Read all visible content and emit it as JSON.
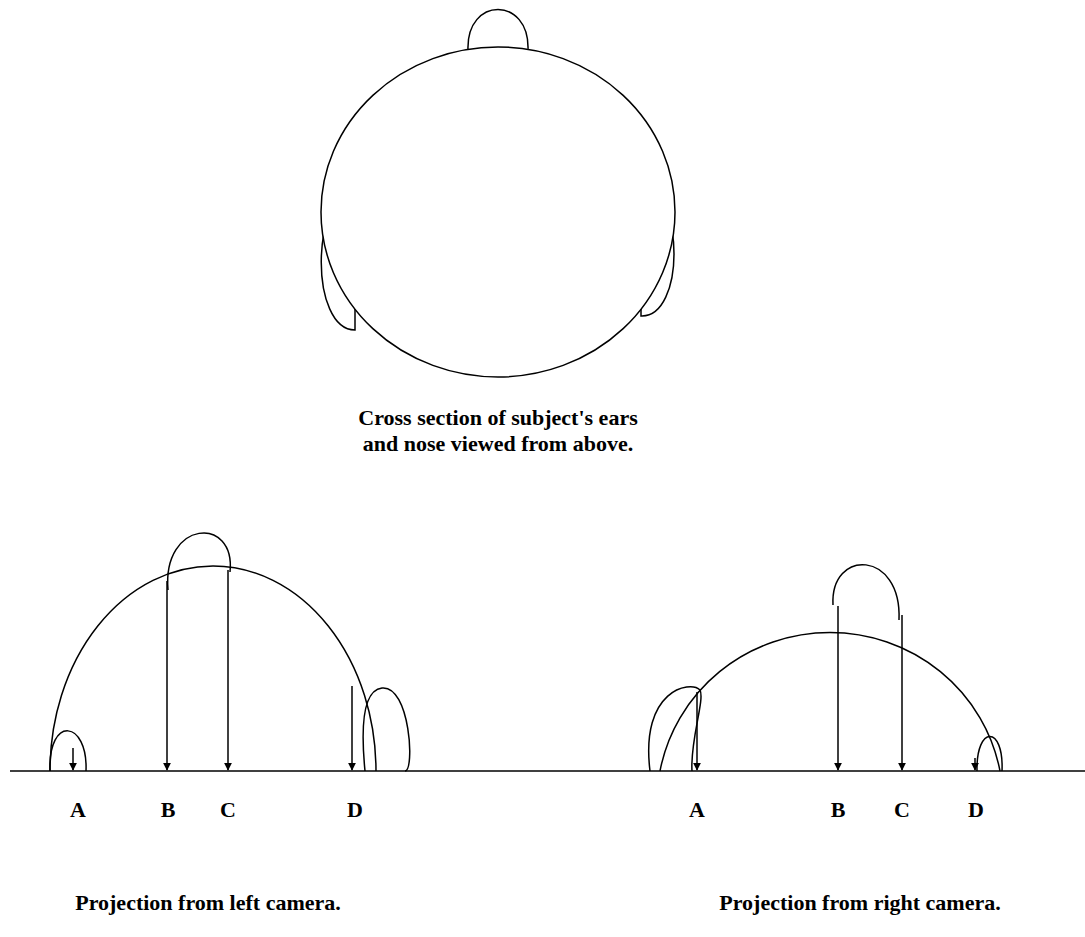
{
  "diagram": {
    "labels": [
      "Cross section of subject's ears and nose viewed from above.",
      "A",
      "B",
      "C",
      "D",
      "A",
      "B",
      "C",
      "D",
      "Projection from left camera.",
      "Projection from right camera."
    ]
  }
}
